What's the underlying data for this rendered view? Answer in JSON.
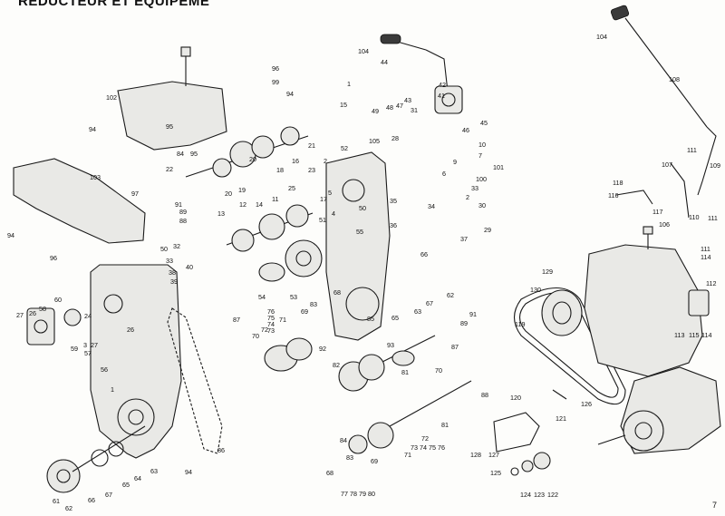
{
  "page": {
    "title": "RÉDUCTEUR ET ÉQUIPEME",
    "page_number": "7"
  },
  "callouts": [
    {
      "label": "96"
    },
    {
      "label": "99"
    },
    {
      "label": "94"
    },
    {
      "label": "102"
    },
    {
      "label": "94"
    },
    {
      "label": "95"
    },
    {
      "label": "84"
    },
    {
      "label": "95"
    },
    {
      "label": "22"
    },
    {
      "label": "20"
    },
    {
      "label": "19"
    },
    {
      "label": "20"
    },
    {
      "label": "18"
    },
    {
      "label": "16"
    },
    {
      "label": "21"
    },
    {
      "label": "103"
    },
    {
      "label": "97"
    },
    {
      "label": "91"
    },
    {
      "label": "89"
    },
    {
      "label": "88"
    },
    {
      "label": "13"
    },
    {
      "label": "12"
    },
    {
      "label": "14"
    },
    {
      "label": "11"
    },
    {
      "label": "94"
    },
    {
      "label": "96"
    },
    {
      "label": "50"
    },
    {
      "label": "32"
    },
    {
      "label": "33"
    },
    {
      "label": "40"
    },
    {
      "label": "38"
    },
    {
      "label": "39"
    },
    {
      "label": "60"
    },
    {
      "label": "58"
    },
    {
      "label": "27"
    },
    {
      "label": "26"
    },
    {
      "label": "24"
    },
    {
      "label": "59"
    },
    {
      "label": "3"
    },
    {
      "label": "27"
    },
    {
      "label": "26"
    },
    {
      "label": "57"
    },
    {
      "label": "56"
    },
    {
      "label": "1"
    },
    {
      "label": "54"
    },
    {
      "label": "53"
    },
    {
      "label": "52"
    },
    {
      "label": "2"
    },
    {
      "label": "23"
    },
    {
      "label": "5"
    },
    {
      "label": "4"
    },
    {
      "label": "1"
    },
    {
      "label": "15"
    },
    {
      "label": "42"
    },
    {
      "label": "41"
    },
    {
      "label": "43"
    },
    {
      "label": "47"
    },
    {
      "label": "49"
    },
    {
      "label": "48"
    },
    {
      "label": "31"
    },
    {
      "label": "45"
    },
    {
      "label": "46"
    },
    {
      "label": "10"
    },
    {
      "label": "28"
    },
    {
      "label": "105"
    },
    {
      "label": "7"
    },
    {
      "label": "9"
    },
    {
      "label": "6"
    },
    {
      "label": "101"
    },
    {
      "label": "100"
    },
    {
      "label": "33"
    },
    {
      "label": "2"
    },
    {
      "label": "30"
    },
    {
      "label": "35"
    },
    {
      "label": "36"
    },
    {
      "label": "37"
    },
    {
      "label": "29"
    },
    {
      "label": "34"
    },
    {
      "label": "50"
    },
    {
      "label": "55"
    },
    {
      "label": "51"
    },
    {
      "label": "17"
    },
    {
      "label": "25"
    },
    {
      "label": "66"
    },
    {
      "label": "62"
    },
    {
      "label": "67"
    },
    {
      "label": "63"
    },
    {
      "label": "65"
    },
    {
      "label": "69"
    },
    {
      "label": "83"
    },
    {
      "label": "68"
    },
    {
      "label": "76"
    },
    {
      "label": "75"
    },
    {
      "label": "74"
    },
    {
      "label": "73"
    },
    {
      "label": "72"
    },
    {
      "label": "71"
    },
    {
      "label": "70"
    },
    {
      "label": "87"
    },
    {
      "label": "85"
    },
    {
      "label": "93"
    },
    {
      "label": "92"
    },
    {
      "label": "82"
    },
    {
      "label": "81"
    },
    {
      "label": "89"
    },
    {
      "label": "91"
    },
    {
      "label": "87"
    },
    {
      "label": "88"
    },
    {
      "label": "72"
    },
    {
      "label": "73 74 75 76"
    },
    {
      "label": "71"
    },
    {
      "label": "84"
    },
    {
      "label": "83"
    },
    {
      "label": "69"
    },
    {
      "label": "68"
    },
    {
      "label": "77 78 79 80"
    },
    {
      "label": "70"
    },
    {
      "label": "81"
    },
    {
      "label": "86"
    },
    {
      "label": "94"
    },
    {
      "label": "63"
    },
    {
      "label": "64"
    },
    {
      "label": "65"
    },
    {
      "label": "66"
    },
    {
      "label": "67"
    },
    {
      "label": "62"
    },
    {
      "label": "61"
    },
    {
      "label": "104"
    },
    {
      "label": "44"
    },
    {
      "label": "104"
    },
    {
      "label": "108"
    },
    {
      "label": "111"
    },
    {
      "label": "109"
    },
    {
      "label": "107"
    },
    {
      "label": "118"
    },
    {
      "label": "116"
    },
    {
      "label": "117"
    },
    {
      "label": "110"
    },
    {
      "label": "111"
    },
    {
      "label": "106"
    },
    {
      "label": "111"
    },
    {
      "label": "114"
    },
    {
      "label": "129"
    },
    {
      "label": "130"
    },
    {
      "label": "119"
    },
    {
      "label": "112"
    },
    {
      "label": "113"
    },
    {
      "label": "115"
    },
    {
      "label": "114"
    },
    {
      "label": "120"
    },
    {
      "label": "126"
    },
    {
      "label": "121"
    },
    {
      "label": "128"
    },
    {
      "label": "127"
    },
    {
      "label": "125"
    },
    {
      "label": "124"
    },
    {
      "label": "123"
    },
    {
      "label": "122"
    }
  ]
}
